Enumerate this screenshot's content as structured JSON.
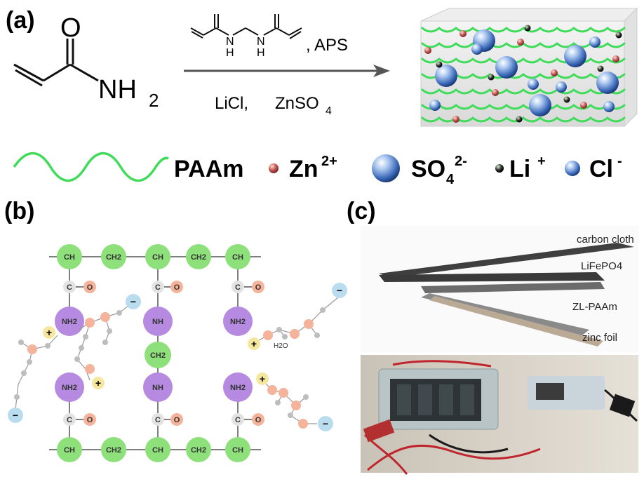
{
  "panels": {
    "a": {
      "label": "(a)",
      "reactant": {
        "O": "O",
        "NH": "NH",
        "sub2": "2"
      },
      "reagent_top": ", APS",
      "crosslinker_N1": "N",
      "crosslinker_N2": "N",
      "crosslinker_H1": "H",
      "crosslinker_H2": "H",
      "reagent_bottom_1": "LiCl,",
      "reagent_bottom_2": "ZnSO",
      "reagent_bottom_sub": "4",
      "legend": {
        "paam": "PAAm",
        "zn": "Zn",
        "zn_sup": "2+",
        "so4": "SO",
        "so4_sub": "4",
        "so4_sup": "2-",
        "li": "Li",
        "li_sup": "+",
        "cl": "Cl",
        "cl_sup": "-"
      }
    },
    "b": {
      "label": "(b)",
      "top_chain": [
        "CH",
        "CH2",
        "CH",
        "CH2",
        "CH"
      ],
      "bottom_chain": [
        "CH",
        "CH2",
        "CH",
        "CH2",
        "CH"
      ],
      "carbon": "C",
      "oxygen": "O",
      "nh2": "NH2",
      "nh": "NH",
      "ch2": "CH2",
      "water": "H2O",
      "plus": "+",
      "minus": "−"
    },
    "c": {
      "label": "(c)",
      "layers": [
        "carbon cloth",
        "LiFePO4",
        "ZL-PAAm",
        "zinc foil"
      ]
    }
  },
  "colors": {
    "paam_green": "#3fdc5a",
    "zn_ion": "#c0504d",
    "so4_ion": "#3d6fc4",
    "li_ion": "#2a2a2a",
    "cl_ion": "#3f73c9",
    "node_green": "#8ee07a",
    "node_purple": "#b58ae0",
    "node_peach": "#f4b39a",
    "node_blue": "#b9dcef",
    "node_yellow": "#f5e7a0"
  }
}
